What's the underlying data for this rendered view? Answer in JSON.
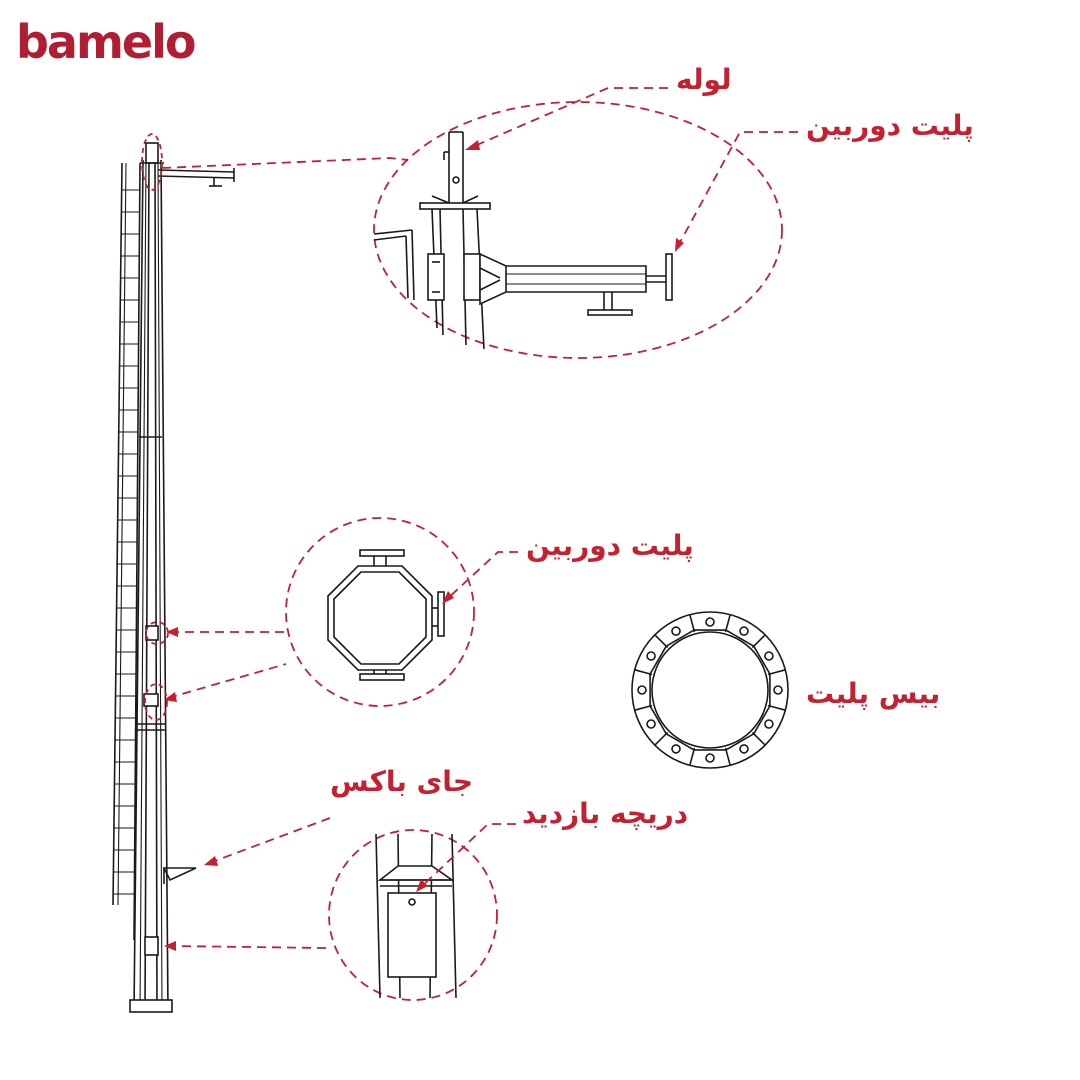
{
  "brand": {
    "logo_text": "bamelo",
    "color": "#b01e33"
  },
  "accent_color": "#c4202f",
  "line_color": "#1a1a1a",
  "labels": {
    "pipe": "لوله",
    "camera_plate_top": "پلیت دوربین",
    "camera_plate_middle": "پلیت دوربین",
    "base_plate": "بیس پلیت",
    "box_place": "جای باکس",
    "inspection_hatch": "دریچه بازدید"
  }
}
